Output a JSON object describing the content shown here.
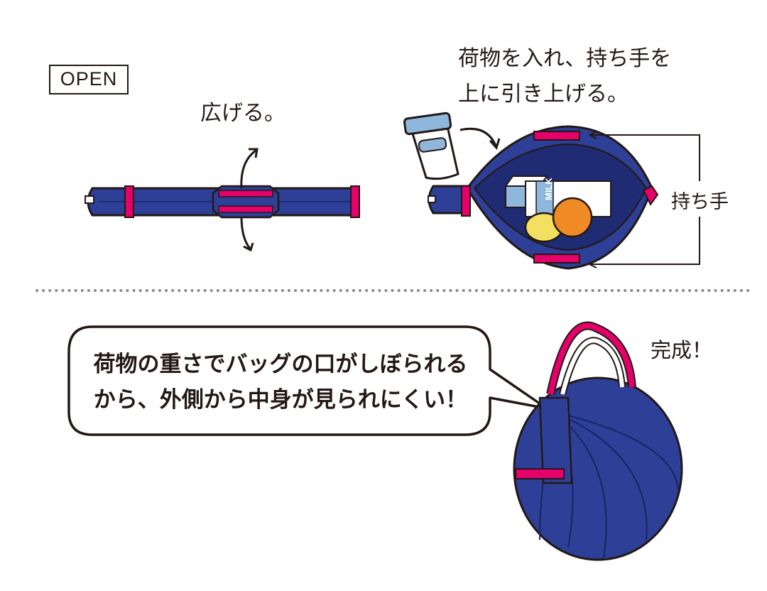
{
  "open_label": "OPEN",
  "step1_caption": "広げる。",
  "step2_caption": [
    "荷物を入れ、持ち手を",
    "上に引き上げる。"
  ],
  "handle_label": "持ち手",
  "complete_label": "完成！",
  "bubble_lines": [
    "荷物の重さでバッグの口がしぼられる",
    "から、外側から中身が見られにくい！"
  ],
  "carton_label": "MILK",
  "colors": {
    "navy": "#2d3f97",
    "pink": "#e5006a",
    "ink": "#231815",
    "lightblue": "#8fb7dc"
  }
}
